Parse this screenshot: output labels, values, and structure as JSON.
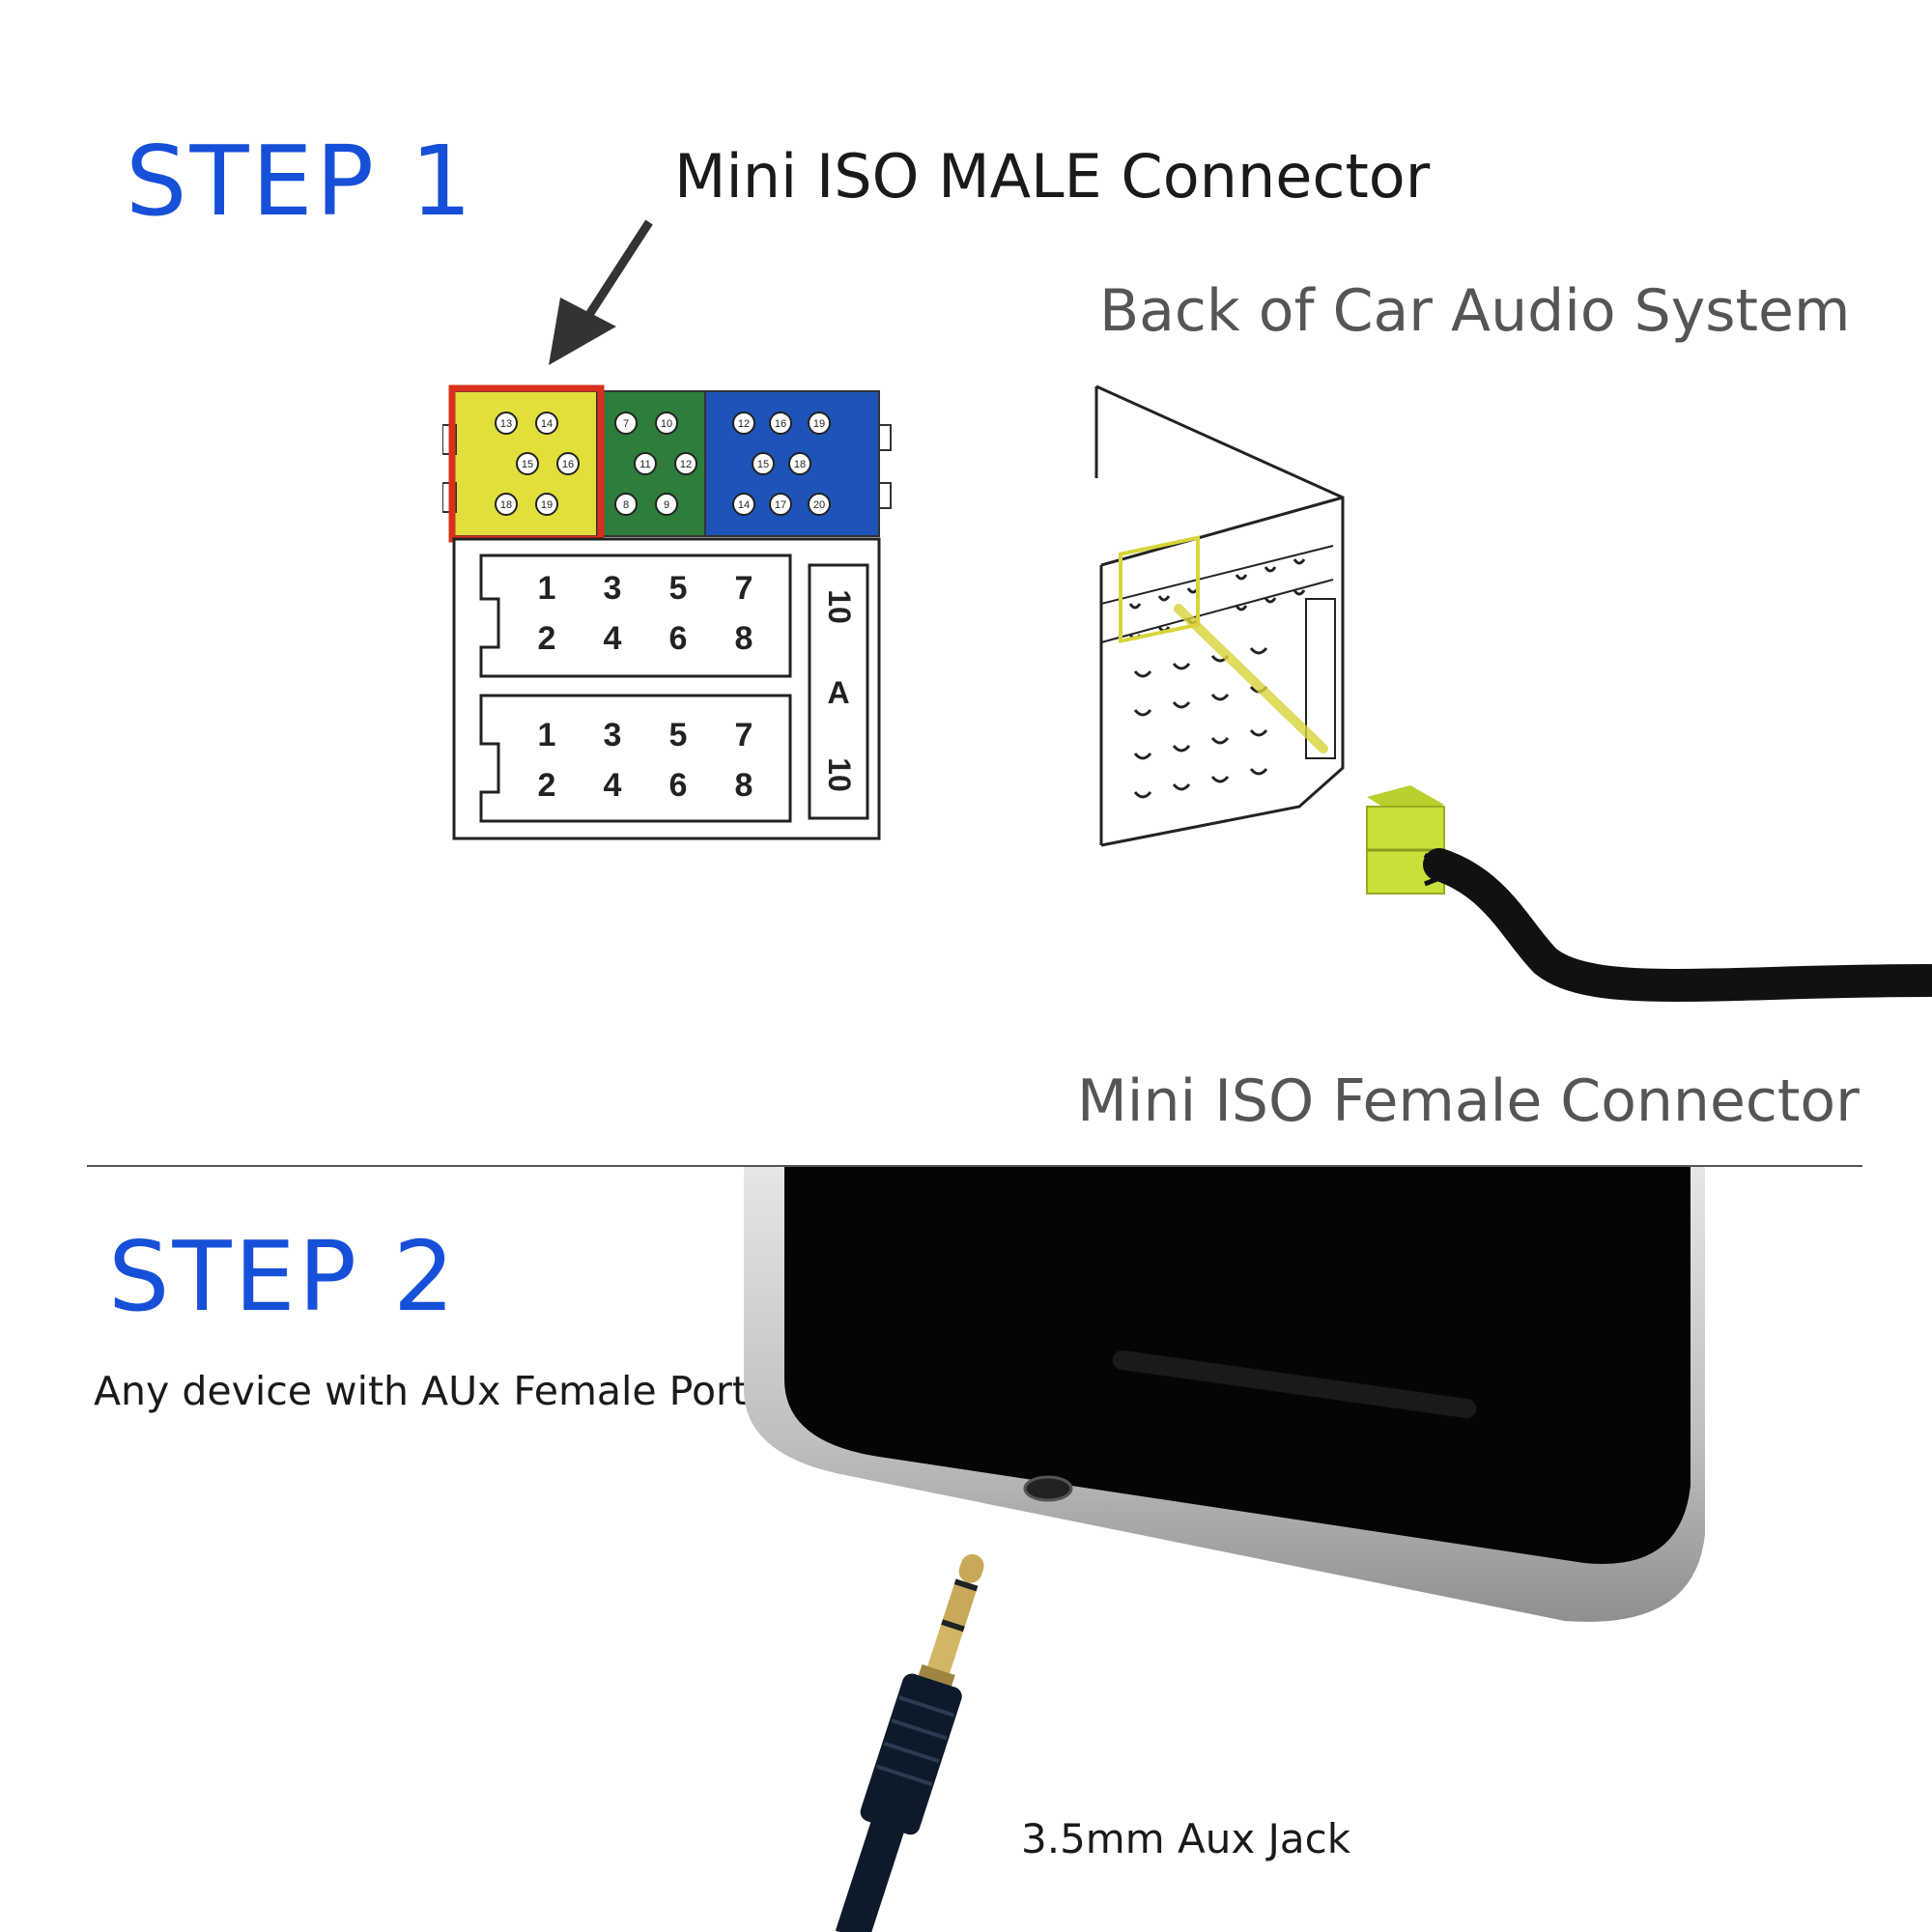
{
  "step1": {
    "title": "STEP 1",
    "male_connector_label": "Mini ISO MALE Connector",
    "car_audio_label": "Back of Car Audio System",
    "female_connector_label": "Mini ISO Female Connector"
  },
  "step2": {
    "title": "STEP 2",
    "device_label": "Any device with AUx Female Port",
    "jack_label": "3.5mm Aux Jack"
  },
  "iso_pinout": {
    "yellow_pins": [
      "13",
      "14",
      "15",
      "16",
      "18",
      "19"
    ],
    "green_pins": [
      "7",
      "10",
      "11",
      "12",
      "8",
      "9"
    ],
    "blue_pins": [
      "12",
      "16",
      "19",
      "15",
      "18",
      "14",
      "17",
      "20"
    ],
    "upper_block_pins": [
      "1",
      "3",
      "5",
      "7",
      "2",
      "4",
      "6",
      "8"
    ],
    "lower_block_pins": [
      "1",
      "3",
      "5",
      "7",
      "2",
      "4",
      "6",
      "8"
    ],
    "side_tab_labels": [
      "10",
      "A",
      "10"
    ]
  },
  "colors": {
    "step_blue": "#1650d8",
    "yellow_section": "#e0df3c",
    "green_section": "#2e7d3a",
    "blue_section": "#1e54b8",
    "highlight_red": "#d8301c",
    "female_connector": "#c9e03a"
  }
}
